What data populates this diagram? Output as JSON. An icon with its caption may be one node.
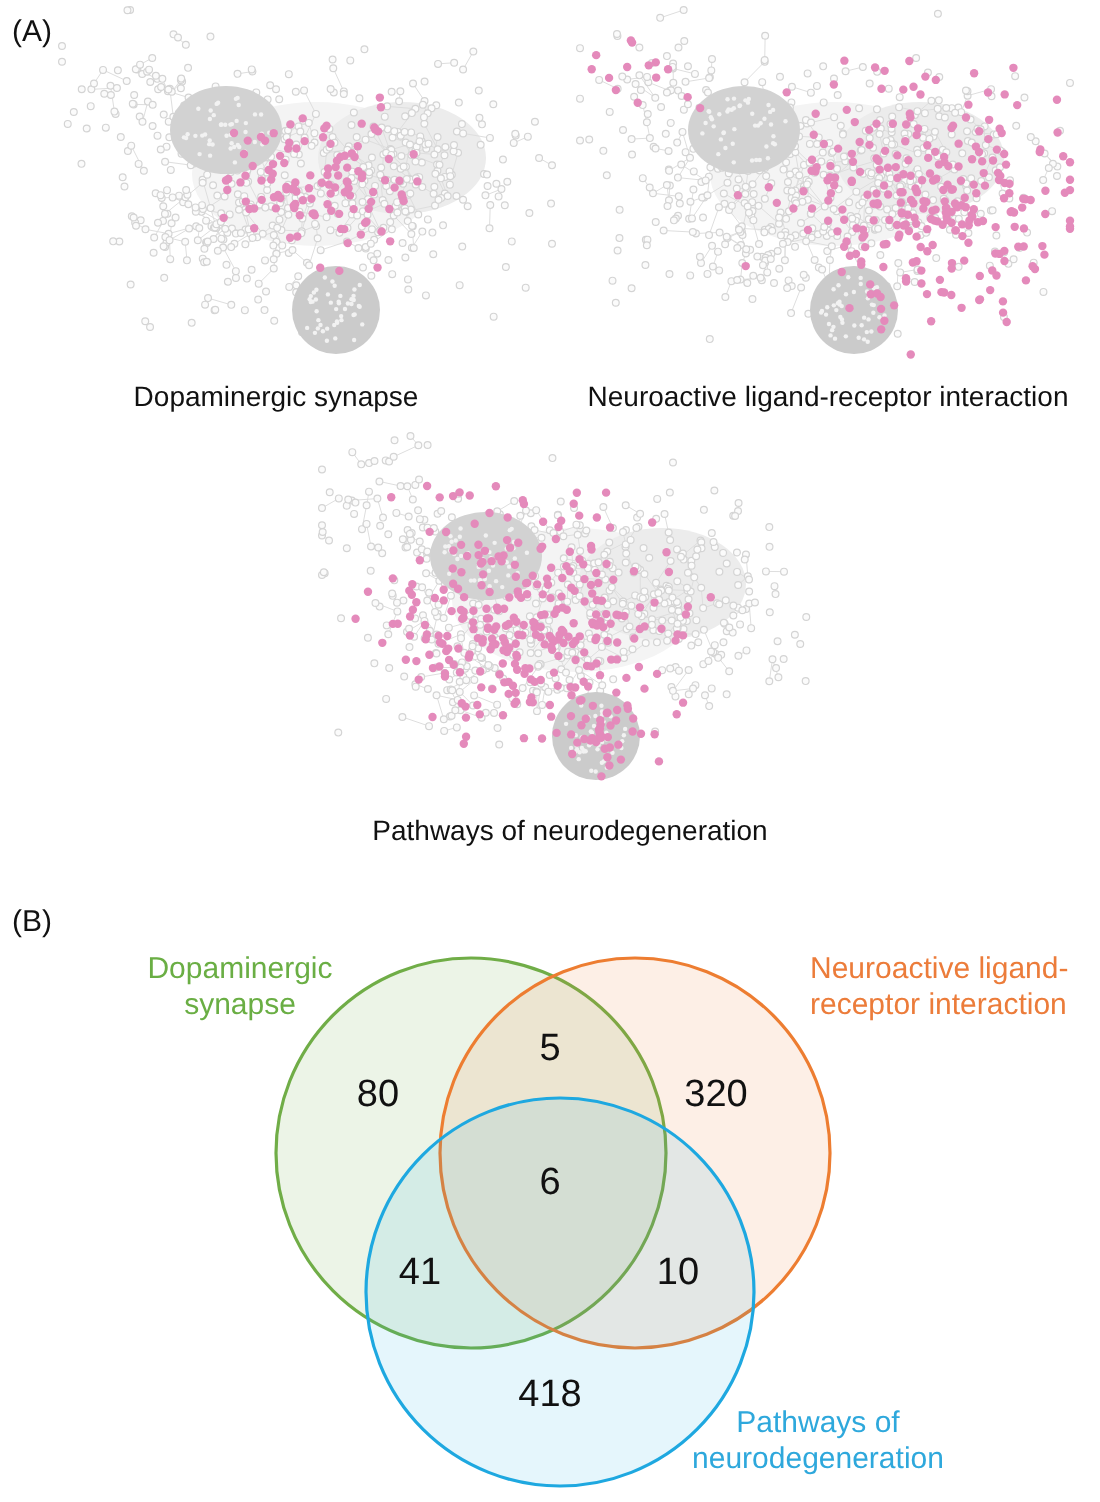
{
  "diagram": {
    "nodes": [
      {
        "text": [
          "Dopaminergic synapse"
        ]
      },
      {
        "text": [
          "Neuroactive ligand-receptor interaction"
        ]
      },
      {
        "text": [
          "Pathways of neurodegeneration"
        ]
      }
    ],
    "labels": [
      "(A)",
      "Dopaminergic synapse",
      "Neuroactive ligand-receptor interaction",
      "Pathways of neurodegeneration",
      "(B)",
      "5",
      "80",
      "320",
      "6",
      "41",
      "10",
      "418"
    ]
  }
}
